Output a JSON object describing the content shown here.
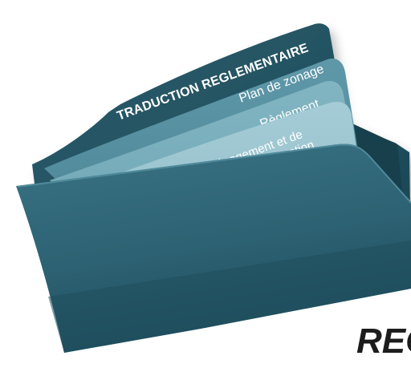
{
  "folder": {
    "title": "TRADUCTION REGLEMENTAIRE",
    "tabs": [
      {
        "label": "Plan de zonage"
      },
      {
        "label": "Règlement"
      },
      {
        "label_line1": "Orientations d'aménagement et de",
        "label_line2": "programmation"
      }
    ]
  },
  "cut_text": "REG",
  "colors": {
    "folder_dark": "#22505f",
    "folder_mid": "#2d6475",
    "sheet_1": "#6fa5b3",
    "sheet_2": "#8bbbc7",
    "sheet_3": "#a6cdd7",
    "front_cover": "#31687a"
  }
}
